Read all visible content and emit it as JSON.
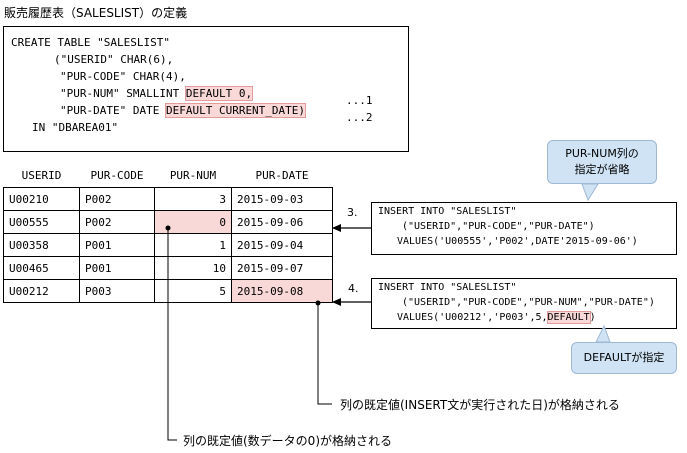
{
  "title": "販売履歴表（SALESLIST）の定義",
  "ddl": {
    "l1": "CREATE TABLE \"SALESLIST\"",
    "l2": "(\"USERID\" CHAR(6),",
    "l3": "\"PUR-CODE\" CHAR(4),",
    "l4_pre": "\"PUR-NUM\" SMALLINT ",
    "l4_hl": "DEFAULT 0,",
    "l5_pre": "\"PUR-DATE\" DATE ",
    "l5_hl": "DEFAULT CURRENT_DATE)",
    "l6": "IN \"DBAREA01\"",
    "ref1": "...1",
    "ref2": "...2"
  },
  "table": {
    "headers": [
      "USERID",
      "PUR-CODE",
      "PUR-NUM",
      "PUR-DATE"
    ],
    "rows": [
      [
        "U00210",
        "P002",
        "3",
        "2015-09-03"
      ],
      [
        "U00555",
        "P002",
        "0",
        "2015-09-06"
      ],
      [
        "U00358",
        "P001",
        "1",
        "2015-09-04"
      ],
      [
        "U00465",
        "P001",
        "10",
        "2015-09-07"
      ],
      [
        "U00212",
        "P003",
        "5",
        "2015-09-08"
      ]
    ]
  },
  "insert3": {
    "step": "3.",
    "l1": "INSERT INTO \"SALESLIST\"",
    "l2": "(\"USERID\",\"PUR-CODE\",\"PUR-DATE\")",
    "l3": "VALUES('U00555','P002',DATE'2015-09-06')"
  },
  "insert4": {
    "step": "4.",
    "l1": "INSERT INTO \"SALESLIST\"",
    "l2": "(\"USERID\",\"PUR-CODE\",\"PUR-NUM\",\"PUR-DATE\")",
    "l3_pre": "VALUES('U00212','P003',5,",
    "l3_hl": "DEFAULT",
    "l3_post": ")"
  },
  "bubble1": {
    "line1": "PUR-NUM列の",
    "line2": "指定が省略"
  },
  "bubble2": {
    "text": "DEFAULTが指定"
  },
  "note_date": "列の既定値(INSERT文が実行された日)が格納される",
  "note_num": "列の既定値(数データの0)が格納される",
  "colors": {
    "highlight": "#f9d8d8",
    "bubble": "#cfe3f5"
  }
}
